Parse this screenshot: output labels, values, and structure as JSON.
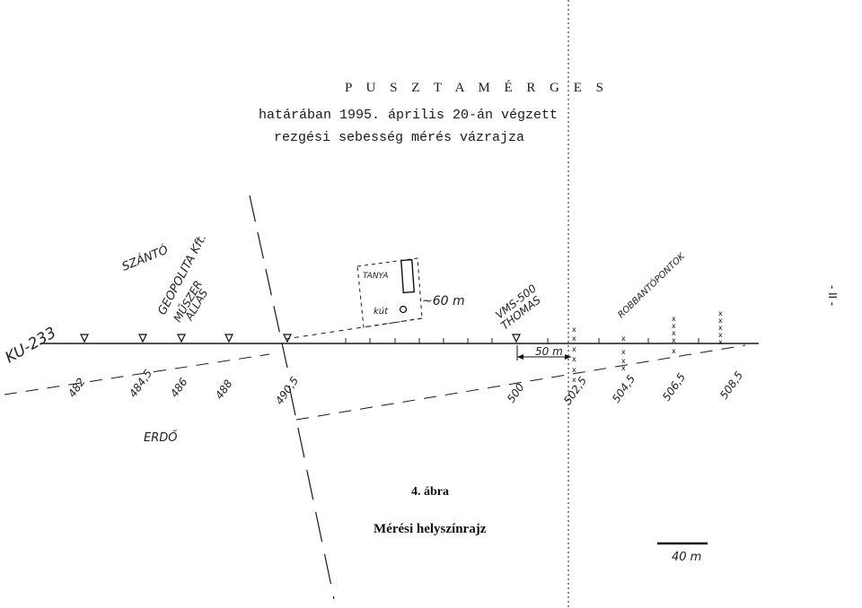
{
  "header": {
    "title": "P U S Z T A M É R G E S",
    "line1": "határában 1995. április 20-án végzett",
    "line2": "rezgési sebesség mérés vázrajza"
  },
  "page_number": "- II -",
  "labels": {
    "road": "KU-233",
    "szanto": "SZÁNTÓ",
    "company": "GEOPOLITA Kft.",
    "station1": "MŰSZER",
    "station2": "ÁLLÁS",
    "tanya": "TANYA",
    "kut": "kút",
    "distance_60": "~60 m",
    "vms_line1": "VMS-500",
    "vms_line2": "THOMAS",
    "robbanto": "ROBBANTÓPONTOK",
    "distance_50": "50 m",
    "erdo": "ERDŐ",
    "scale": "40 m"
  },
  "chainage": [
    "482",
    "484,5",
    "486",
    "488",
    "490,5",
    "500",
    "502,5",
    "504,5",
    "506,5",
    "508,5"
  ],
  "figure": {
    "number": "4. ábra",
    "caption": "Mérési helyszínrajz"
  }
}
